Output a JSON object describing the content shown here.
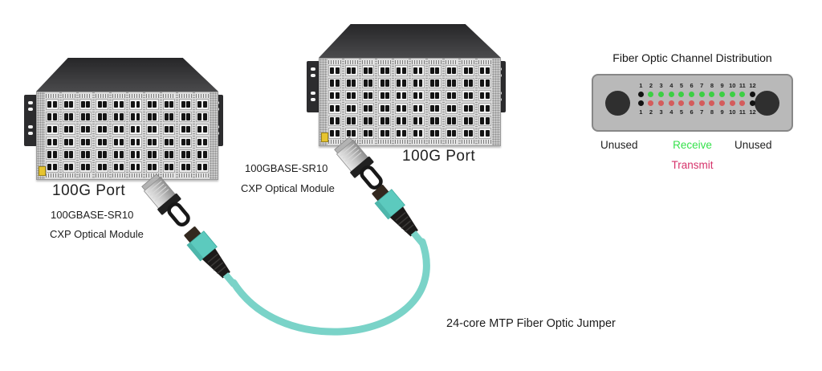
{
  "devices": {
    "left": {
      "port_label": "100G Port",
      "module_lines": [
        "100GBASE-SR10",
        "CXP Optical Module"
      ]
    },
    "top": {
      "port_label": "100G Port",
      "module_lines": [
        "100GBASE-SR10",
        "CXP Optical Module"
      ]
    }
  },
  "cable": {
    "label": "24-core MTP Fiber Optic Jumper",
    "color": "#7ad3c8"
  },
  "channel_panel": {
    "title": "Fiber Optic Channel Distribution",
    "channel_numbers": [
      1,
      2,
      3,
      4,
      5,
      6,
      7,
      8,
      9,
      10,
      11,
      12
    ],
    "rows": [
      {
        "name": "receive",
        "label": "Receive",
        "label_color": "#35e14b",
        "active_color": "#3ccf44",
        "unused_channels": [
          1,
          12
        ]
      },
      {
        "name": "transmit",
        "label": "Transmit",
        "label_color": "#d6336b",
        "active_color": "#d45c5c",
        "unused_channels": [
          1,
          12
        ]
      }
    ],
    "unused_color": "#121212",
    "legend_left": "Unused",
    "legend_right": "Unused"
  },
  "switch": {
    "cards": 10,
    "port_rows": 6,
    "ports_per_module": 2
  }
}
